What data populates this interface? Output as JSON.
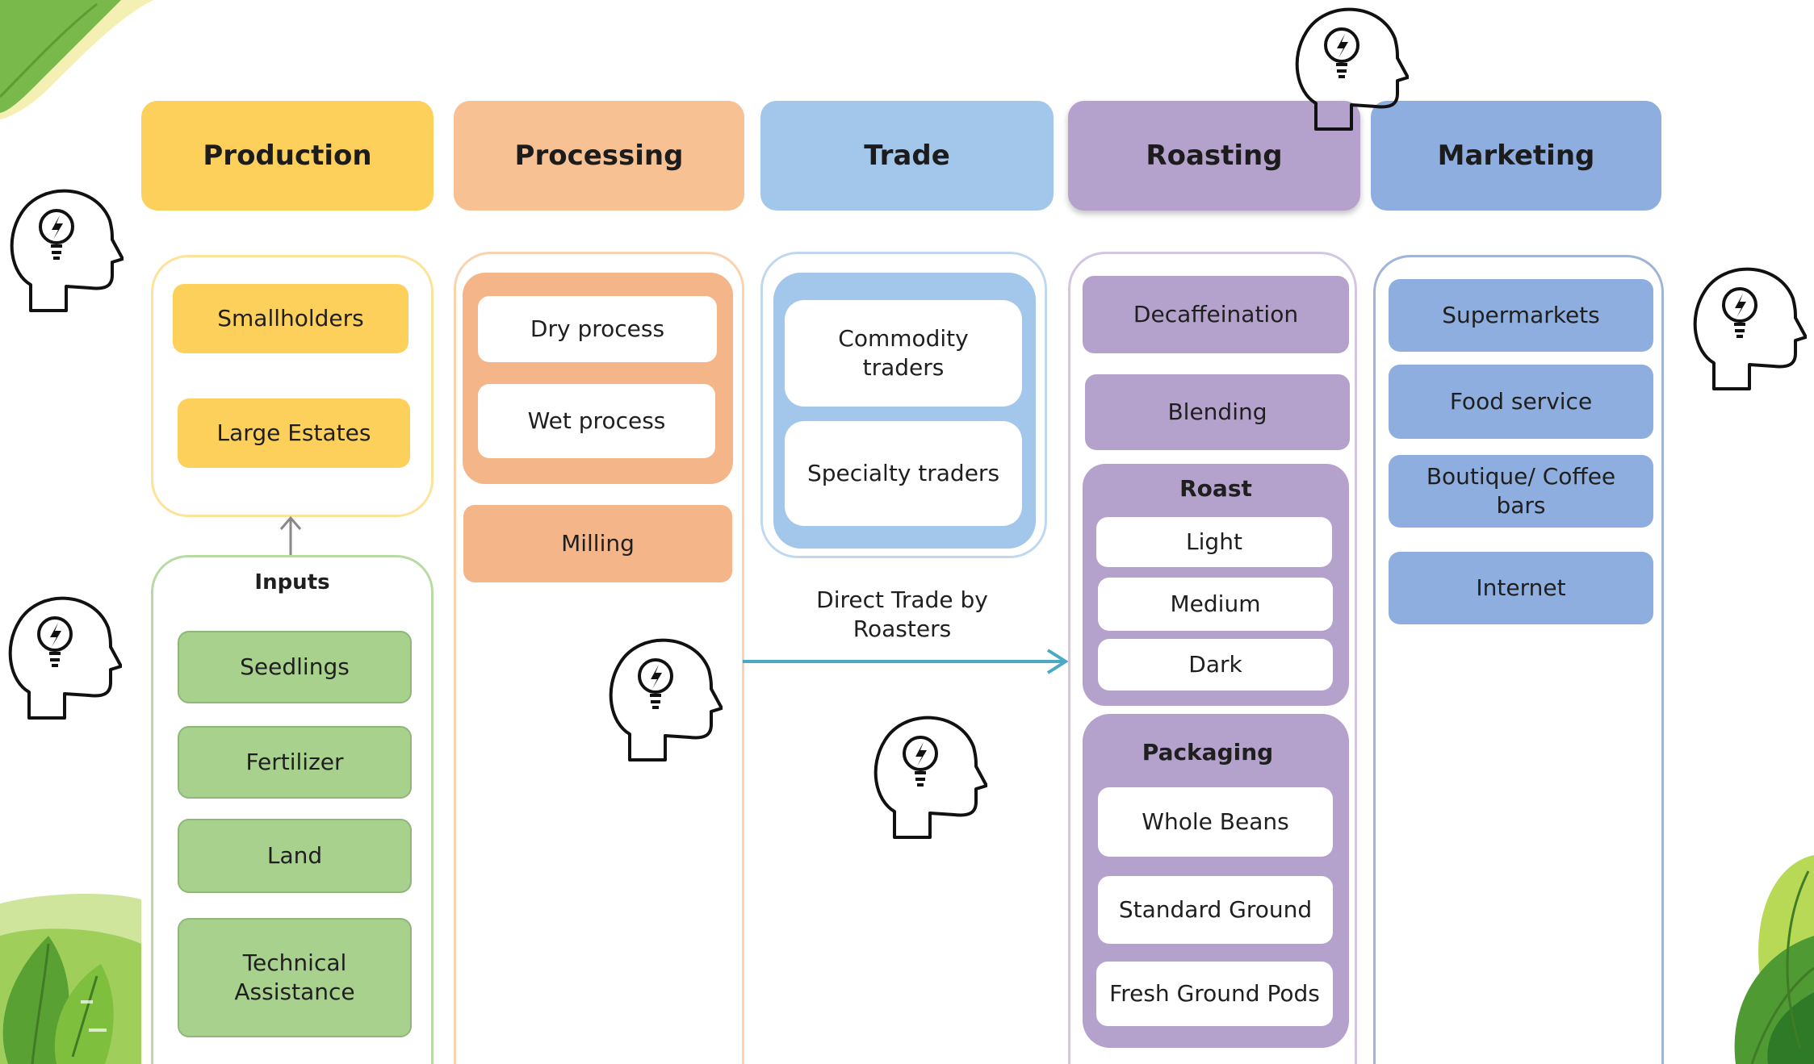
{
  "headers": {
    "production": "Production",
    "processing": "Processing",
    "trade": "Trade",
    "roasting": "Roasting",
    "marketing": "Marketing"
  },
  "production": {
    "producers": [
      "Smallholders",
      "Large Estates"
    ],
    "inputs_title": "Inputs",
    "inputs": [
      "Seedlings",
      "Fertilizer",
      "Land",
      "Technical Assistance"
    ]
  },
  "processing": {
    "methods": [
      "Dry process",
      "Wet process"
    ],
    "milling": "Milling"
  },
  "trade": {
    "traders": [
      "Commodity traders",
      "Specialty traders"
    ],
    "direct_trade": "Direct Trade by Roasters"
  },
  "roasting": {
    "steps": [
      "Decaffeination",
      "Blending"
    ],
    "roast_title": "Roast",
    "roast_levels": [
      "Light",
      "Medium",
      "Dark"
    ],
    "packaging_title": "Packaging",
    "packaging": [
      "Whole Beans",
      "Standard Ground",
      "Fresh Ground Pods"
    ]
  },
  "marketing": {
    "channels": [
      "Supermarkets",
      "Food service",
      "Boutique/ Coffee bars",
      "Internet"
    ]
  },
  "colors": {
    "production": "#fdd05b",
    "processing": "#f8c193",
    "processing_inner": "#f4b588",
    "trade": "#a3c7ea",
    "roasting": "#b4a2cc",
    "marketing": "#8daede",
    "inputs": "#a8d18d",
    "arrow": "#4aaac4"
  },
  "icons": [
    "idea-head-icon",
    "lightbulb-icon",
    "leaf-decoration"
  ]
}
